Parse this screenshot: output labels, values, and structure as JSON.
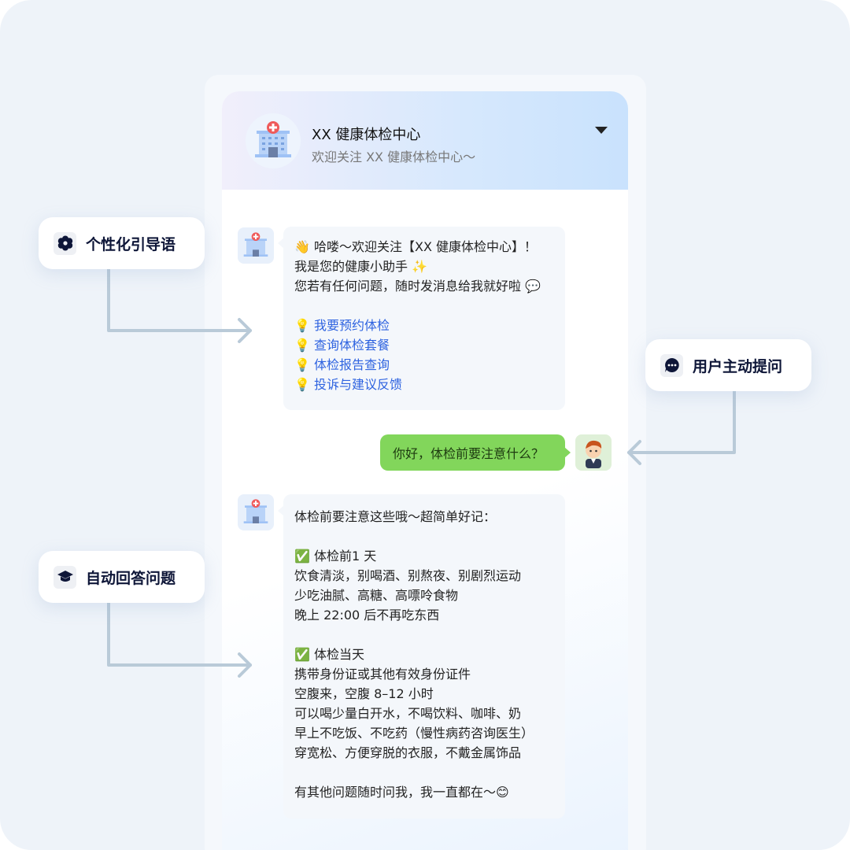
{
  "header": {
    "title": "XX 健康体检中心",
    "subtitle": "欢迎关注 XX 健康体检中心～"
  },
  "welcome": {
    "lines": [
      "👋 哈喽～欢迎关注【XX 健康体检中心】！",
      "我是您的健康小助手 ✨",
      "您若有任何问题，随时发消息给我就好啦 💬"
    ],
    "links": [
      "我要预约体检",
      "查询体检套餐",
      "体检报告查询",
      "投诉与建议反馈"
    ],
    "bulb": "💡"
  },
  "user_message": "你好，体检前要注意什么？",
  "answer": {
    "lines": [
      "体检前要注意这些哦～超简单好记：",
      "",
      "✅ 体检前1 天",
      "饮食清淡，别喝酒、别熬夜、别剧烈运动",
      "少吃油腻、高糖、高嘌呤食物",
      "晚上 22:00 后不再吃东西",
      "",
      "✅ 体检当天",
      "携带身份证或其他有效身份证件",
      "空腹来，空腹 8–12 小时",
      "可以喝少量白开水，不喝饮料、咖啡、奶",
      "早上不吃饭、不吃药（慢性病药咨询医生）",
      "穿宽松、方便穿脱的衣服，不戴金属饰品",
      "",
      "有其他问题随时问我，我一直都在～😊"
    ]
  },
  "callouts": {
    "guide": "个性化引导语",
    "ask": "用户主动提问",
    "auto": "自动回答问题"
  },
  "colors": {
    "accent_link": "#2e63e0",
    "user_bubble": "#82d65b",
    "callout_text": "#0e1638"
  }
}
